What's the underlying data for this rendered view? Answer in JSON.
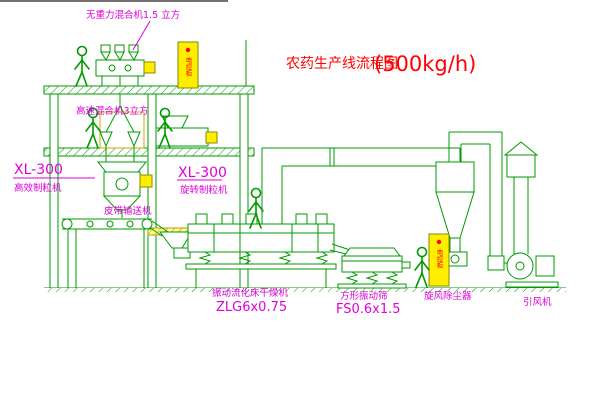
{
  "title": {
    "text": "农药生产线流程图",
    "capacity": "(500kg/h)"
  },
  "labels": {
    "top_mixer": "无重力混合机1.5 立方",
    "high_speed_mixer": "高速混合机3立方",
    "granulator_left_model": "XL-300",
    "granulator_left_name": "高效制粒机",
    "granulator_right_model": "XL-300",
    "granulator_right_name": "旋转制粒机",
    "belt_conveyor": "皮带输送机",
    "dryer_name": "振动流化床干燥机",
    "dryer_model": "ZLG6x0.75",
    "sieve_name": "方形振动筛",
    "sieve_model": "FS0.6x1.5",
    "dust_collector": "旋风除尘器",
    "fan": "引风机",
    "cabinet": "电控柜"
  },
  "colors": {
    "line": "#009a00",
    "label": "#dd00dd",
    "title": "#ff0000",
    "equipment_fill": "#ffee00",
    "background": "#ffffff"
  }
}
